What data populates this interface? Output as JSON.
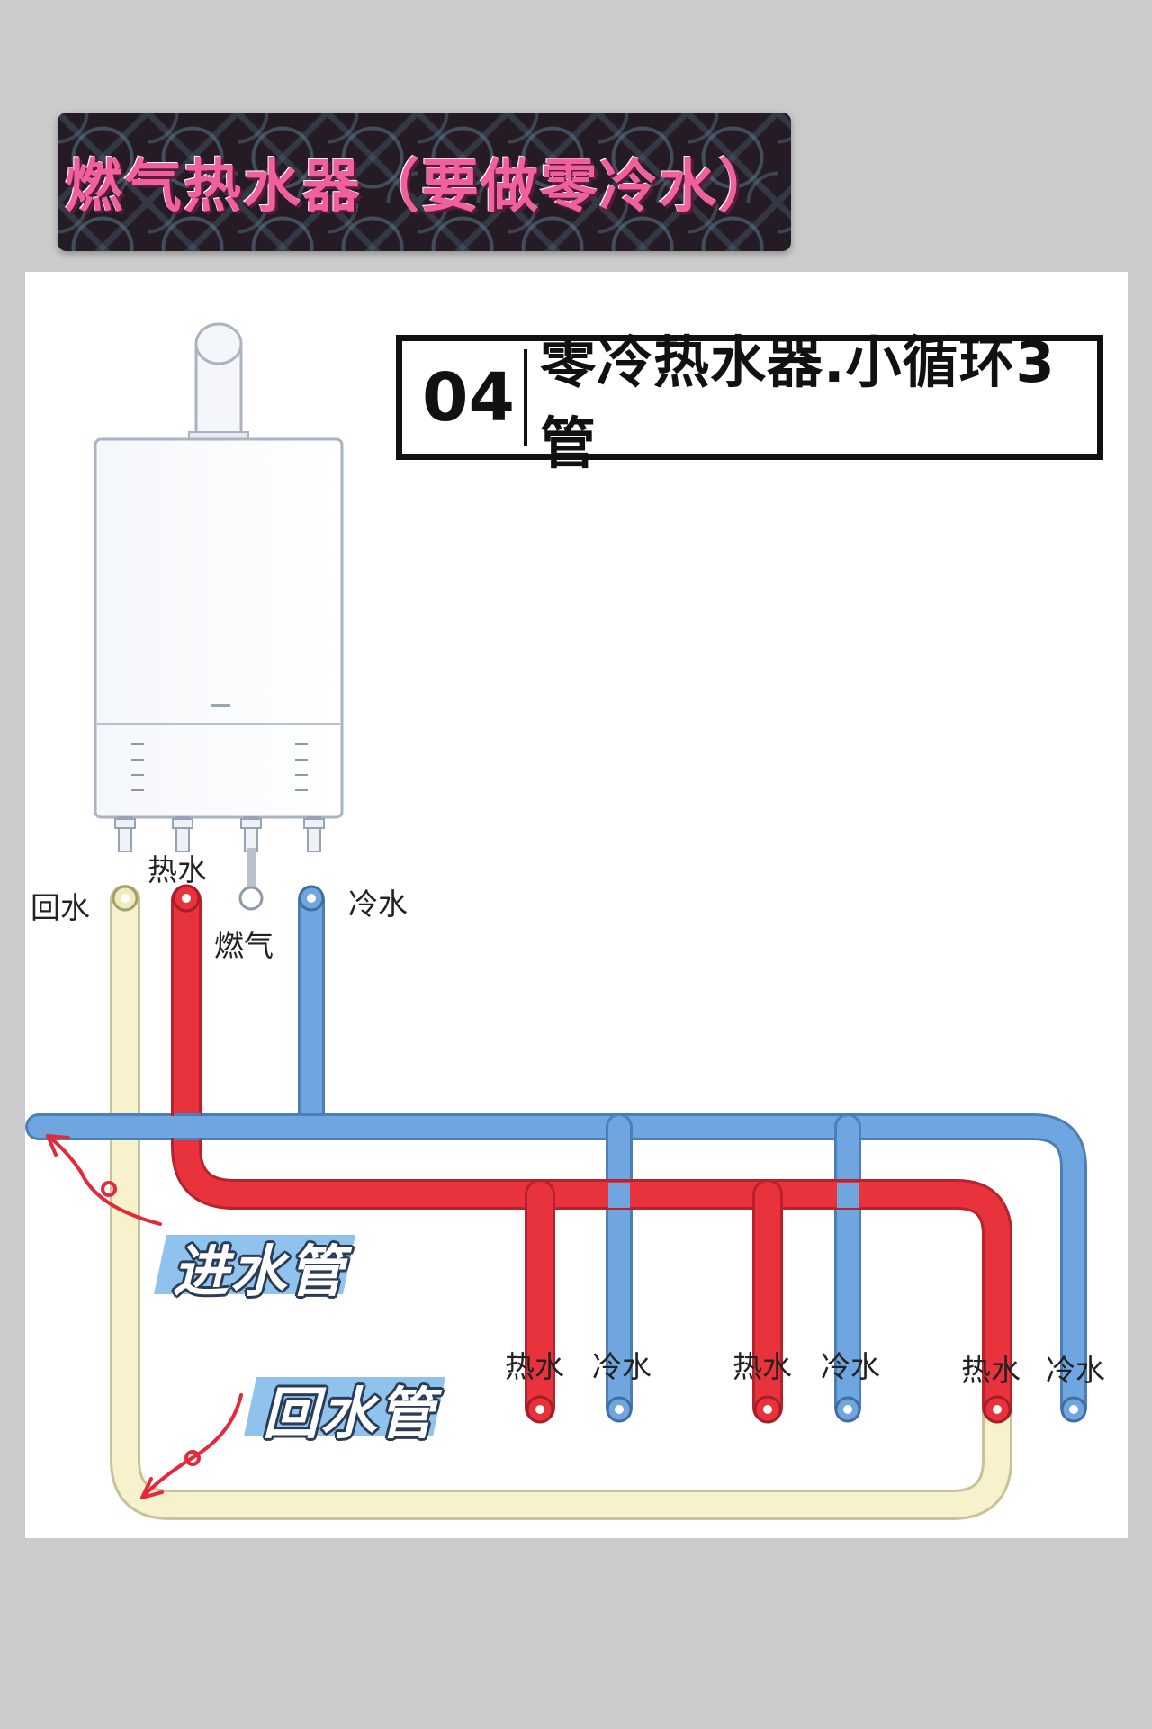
{
  "banner": {
    "title": "燃气热水器（要做零冷水）"
  },
  "step": {
    "number": "04",
    "title": "零冷热水器.小循环3管"
  },
  "heater_labels": {
    "return": "回水",
    "hot": "热水",
    "gas": "燃气",
    "cold": "冷水"
  },
  "outlets": [
    {
      "hot": "热水",
      "cold": "冷水"
    },
    {
      "hot": "热水",
      "cold": "冷水"
    },
    {
      "hot": "热水",
      "cold": "冷水"
    }
  ],
  "tags": {
    "inlet": "进水管",
    "return": "回水管"
  },
  "colors": {
    "hot_pipe": "#e8333d",
    "cold_pipe": "#6fa6df",
    "return_pipe": "#f7f2cc",
    "arrow": "#e5283a"
  }
}
